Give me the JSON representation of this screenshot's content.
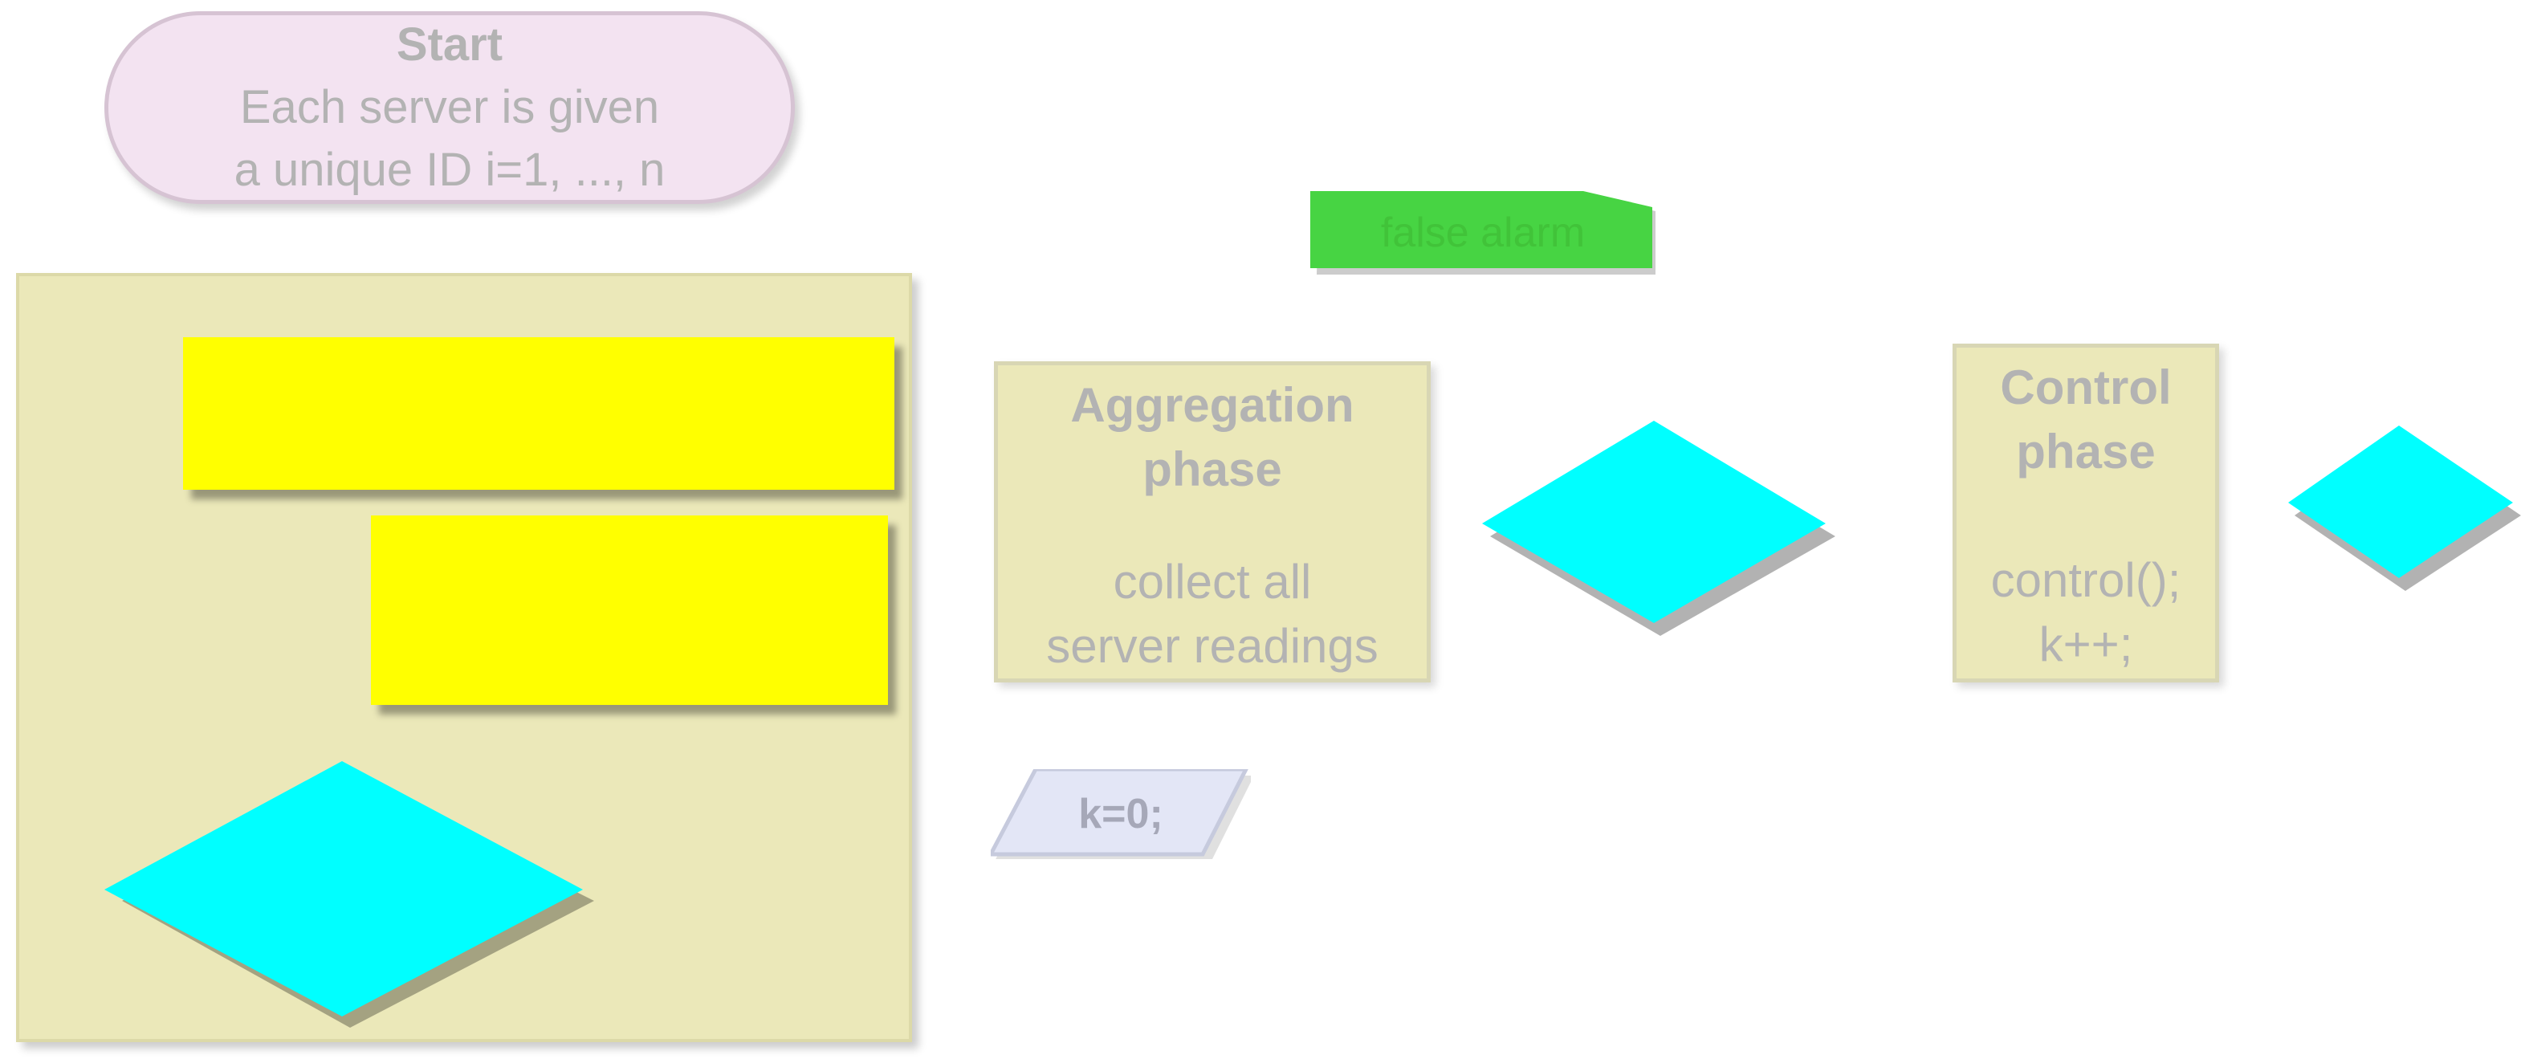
{
  "start": {
    "title": "Start",
    "line1": "Each server is given",
    "line2": "a unique ID i=1, ..., n"
  },
  "tag": {
    "label": "false alarm"
  },
  "aggregation": {
    "title_line1": "Aggregation",
    "title_line2": "phase",
    "body_line1": "collect all",
    "body_line2": "server readings"
  },
  "control": {
    "title_line1": "Control",
    "title_line2": "phase",
    "body_line1": "control();",
    "body_line2": "k++;"
  },
  "init": {
    "label": "k=0;"
  },
  "colors": {
    "start_fill": "#f3e3f1",
    "container_fill": "#ebe8b9",
    "process_fill": "#ffff00",
    "decision_fill": "#00ffff",
    "tag_fill": "#47d443",
    "io_fill": "#e3e6f6",
    "text": "#b3b3b3"
  }
}
